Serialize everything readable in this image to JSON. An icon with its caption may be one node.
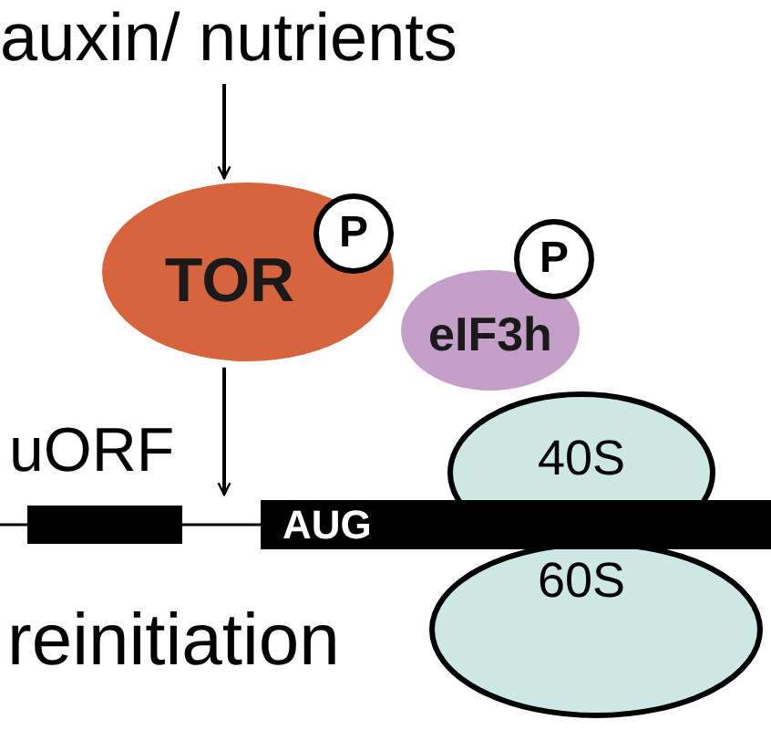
{
  "diagram": {
    "nodes": [
      {
        "text": [
          "auxin/ nutrients"
        ]
      },
      {
        "text": [
          "TOR"
        ]
      },
      {
        "text": [
          "P"
        ],
        "in": 1
      },
      {
        "text": [
          "eIF3h"
        ]
      },
      {
        "text": [
          "P"
        ]
      },
      {
        "text": [
          "40S"
        ]
      },
      {
        "text": [
          "60S"
        ]
      },
      {
        "text": [],
        "shape": "bar",
        "beside": [
          "uORF"
        ]
      },
      {
        "text": [
          "AUG"
        ]
      }
    ],
    "edges": [
      {
        "from": 0,
        "to": 1,
        "arrow": "to"
      },
      {
        "from": 1,
        "to": 8,
        "arrow": "to"
      }
    ],
    "labels": [
      "reinitiation"
    ]
  }
}
